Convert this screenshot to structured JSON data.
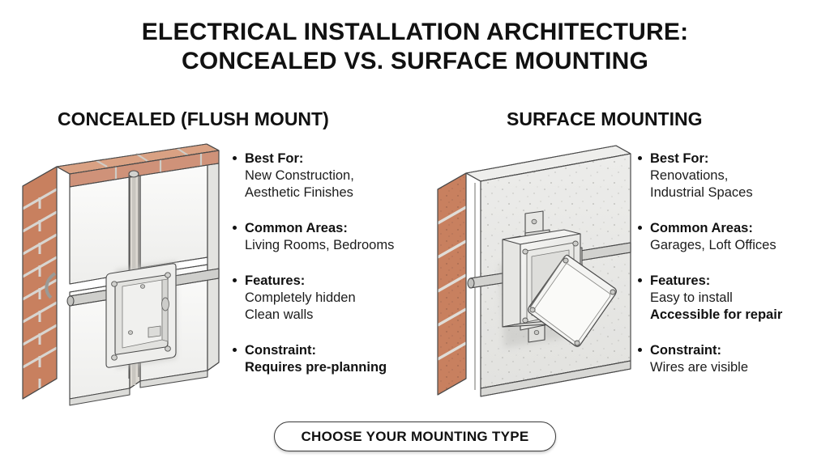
{
  "title": {
    "line1": "ELECTRICAL INSTALLATION ARCHITECTURE:",
    "line2": "CONCEALED VS. SURFACE MOUNTING"
  },
  "colors": {
    "background": "#ffffff",
    "text": "#111111",
    "brick_face": "#c8805f",
    "brick_top": "#d9a183",
    "mortar": "#d5d2cd",
    "drywall": "#f2f2f0",
    "plaster": "#e8e8e5",
    "metal": "#dcdcda",
    "outline": "#3a3a3a",
    "button_border": "#3a3a3a"
  },
  "columns": [
    {
      "id": "concealed",
      "heading": "CONCEALED (FLUSH MOUNT)",
      "illustration": "brick-wall-with-flush-mounted-electrical-box",
      "bullets": [
        {
          "label": "Best For:",
          "lines": [
            {
              "text": "New Construction,",
              "bold": false
            },
            {
              "text": "Aesthetic Finishes",
              "bold": false
            }
          ]
        },
        {
          "label": "Common Areas:",
          "lines": [
            {
              "text": "Living Rooms, Bedrooms",
              "bold": false
            }
          ]
        },
        {
          "label": "Features:",
          "lines": [
            {
              "text": "Completely hidden",
              "bold": false
            },
            {
              "text": "Clean walls",
              "bold": false
            }
          ]
        },
        {
          "label": "Constraint:",
          "lines": [
            {
              "text": "Requires pre-planning",
              "bold": true
            }
          ]
        }
      ]
    },
    {
      "id": "surface",
      "heading": "SURFACE MOUNTING",
      "illustration": "plastered-wall-with-surface-mounted-junction-box",
      "bullets": [
        {
          "label": "Best For:",
          "lines": [
            {
              "text": "Renovations,",
              "bold": false
            },
            {
              "text": "Industrial Spaces",
              "bold": false
            }
          ]
        },
        {
          "label": "Common Areas:",
          "lines": [
            {
              "text": "Garages, Loft Offices",
              "bold": false
            }
          ]
        },
        {
          "label": "Features:",
          "lines": [
            {
              "text": "Easy to install",
              "bold": false
            },
            {
              "text": "Accessible for repair",
              "bold": true
            }
          ]
        },
        {
          "label": "Constraint:",
          "lines": [
            {
              "text": "Wires are visible",
              "bold": false
            }
          ]
        }
      ]
    }
  ],
  "cta": {
    "label": "CHOOSE YOUR MOUNTING TYPE"
  }
}
